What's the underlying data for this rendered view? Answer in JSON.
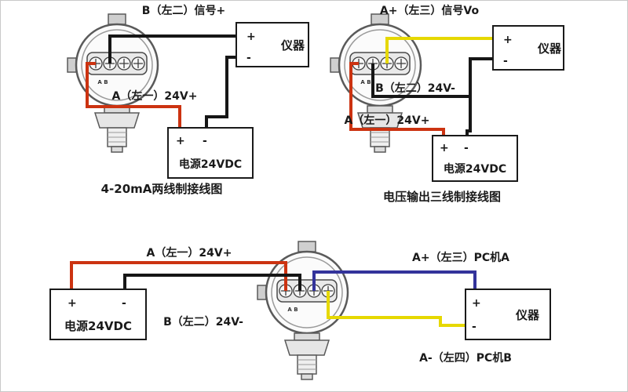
{
  "canvas": {
    "background": "#ffffff",
    "frame_border": "#c9c9c9"
  },
  "colors": {
    "wire_black": "#161616",
    "wire_red": "#cc3311",
    "wire_yellow": "#e6d800",
    "wire_blue": "#33339b",
    "outline": "#5a5a5a"
  },
  "transmitter": {
    "terminal_row_label": "A B"
  },
  "diagram_two_wire": {
    "caption": "4-20mA两线制接线图",
    "wire_signal_label": "B（左二）信号+",
    "wire_supply_plus_label": "A（左一）24V+",
    "instrument_box": {
      "title": "仪器",
      "plus": "+",
      "minus": "-"
    },
    "power_box": {
      "title": "电源24VDC",
      "plus": "+",
      "minus": "-"
    }
  },
  "diagram_three_wire": {
    "caption": "电压输出三线制接线图",
    "wire_signal_label": "A+（左三）信号Vo",
    "wire_supply_minus_label": "B（左二）24V-",
    "wire_supply_plus_label": "A（左一）24V+",
    "instrument_box": {
      "title": "仪器",
      "plus": "+",
      "minus": "-"
    },
    "power_box": {
      "title": "电源24VDC",
      "plus": "+",
      "minus": "-"
    }
  },
  "diagram_rs485": {
    "wire_supply_plus_label": "A（左一）24V+",
    "wire_pc_a_label": "A+（左三）PC机A",
    "wire_supply_minus_label": "B（左二）24V-",
    "wire_pc_b_label": "A-（左四）PC机B",
    "instrument_box": {
      "title": "仪器",
      "plus": "+",
      "minus": "-"
    },
    "power_box": {
      "title": "电源24VDC",
      "plus": "+",
      "minus": "-"
    }
  }
}
